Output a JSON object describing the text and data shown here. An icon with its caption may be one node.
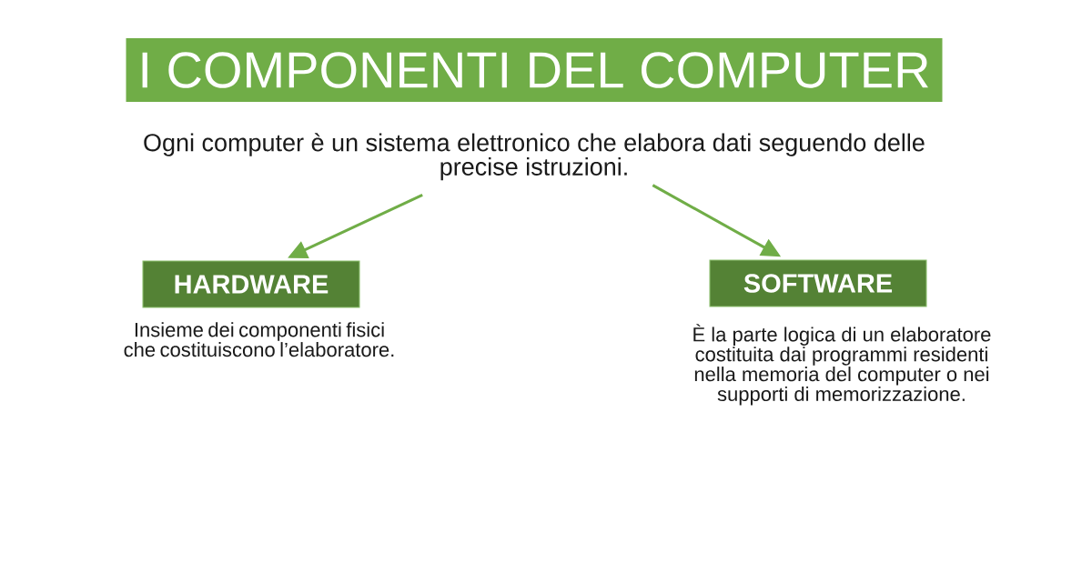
{
  "diagram": {
    "title": "I COMPONENTI DEL COMPUTER",
    "nodes": [
      {
        "text": [
          "Ogni computer è un sistema elettronico che elabora dati seguendo delle precise istruzioni."
        ]
      },
      {
        "text": [
          "HARDWARE"
        ],
        "beside": [
          "Insieme dei componenti fisici che costituiscono l’elaboratore."
        ]
      },
      {
        "text": [
          "SOFTWARE"
        ],
        "beside": [
          "È la parte logica di un elaboratore costituita dai programmi residenti nella memoria del computer o nei supporti di memorizzazione."
        ]
      }
    ],
    "edges": [
      {
        "from": 0,
        "to": 1,
        "arrow": "to"
      },
      {
        "from": 0,
        "to": 2,
        "arrow": "to"
      }
    ]
  }
}
